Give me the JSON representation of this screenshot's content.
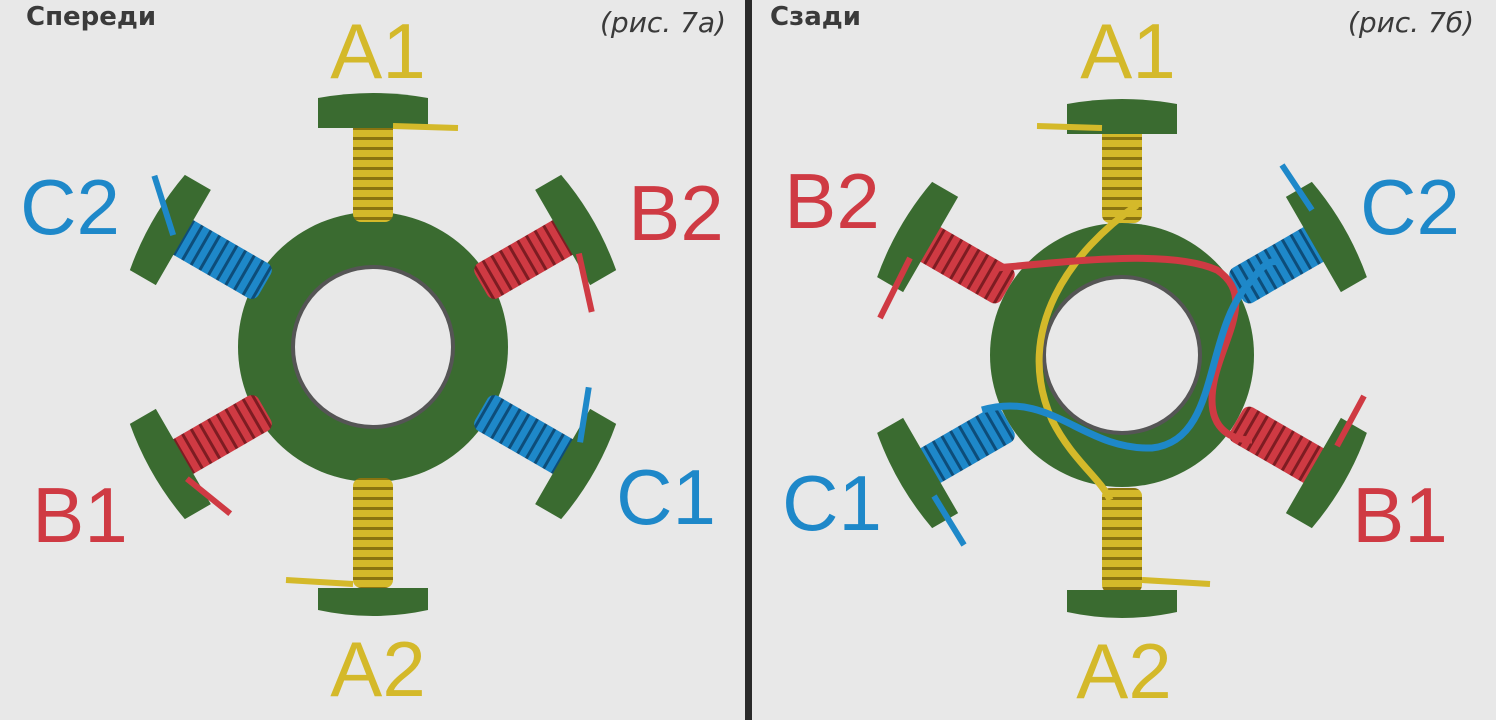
{
  "front": {
    "title": "Спереди",
    "figure": "(рис. 7а)",
    "labels": {
      "A1": "A1",
      "A2": "A2",
      "B1": "B1",
      "B2": "B2",
      "C1": "C1",
      "C2": "C2"
    }
  },
  "back": {
    "title": "Сзади",
    "figure": "(рис. 7б)",
    "labels": {
      "A1": "A1",
      "A2": "A2",
      "B1": "B1",
      "B2": "B2",
      "C1": "C1",
      "C2": "C2"
    }
  },
  "colors": {
    "phase_a": "#d4b92a",
    "phase_b": "#cf3a43",
    "phase_c": "#1e88c9",
    "core": "#3a6b30",
    "divider": "#2a2a2a"
  }
}
